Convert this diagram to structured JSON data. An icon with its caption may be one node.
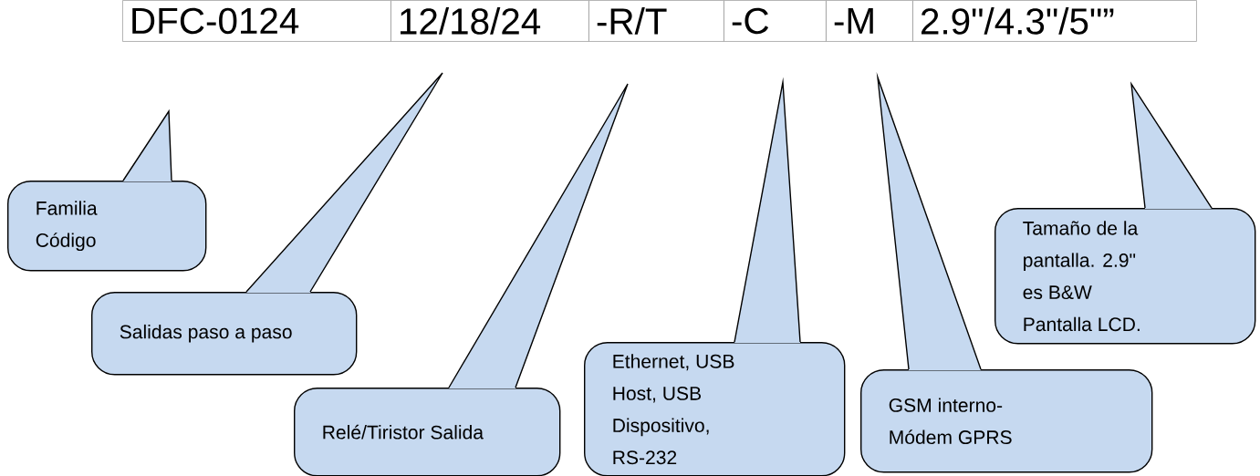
{
  "diagram": {
    "nodes": [
      {
        "text": [
          "DFC-0124"
        ]
      },
      {
        "text": [
          "12/18/24"
        ]
      },
      {
        "text": [
          "-R/T"
        ]
      },
      {
        "text": [
          "-C"
        ]
      },
      {
        "text": [
          "-M"
        ]
      },
      {
        "text": [
          "2.9\"/4.3\"/5\"”"
        ]
      },
      {
        "text": [
          "Familia Código"
        ]
      },
      {
        "text": [
          "Salidas paso a paso"
        ]
      },
      {
        "text": [
          "Relé/Tiristor Salida"
        ]
      },
      {
        "text": [
          "Ethernet, USB Host, USB Dispositivo, RS-232"
        ]
      },
      {
        "text": [
          "GSM interno- Módem GPRS"
        ]
      },
      {
        "text": [
          "Tamaño de la pantalla. 2.9\" es B&W Pantalla LCD."
        ]
      }
    ]
  }
}
